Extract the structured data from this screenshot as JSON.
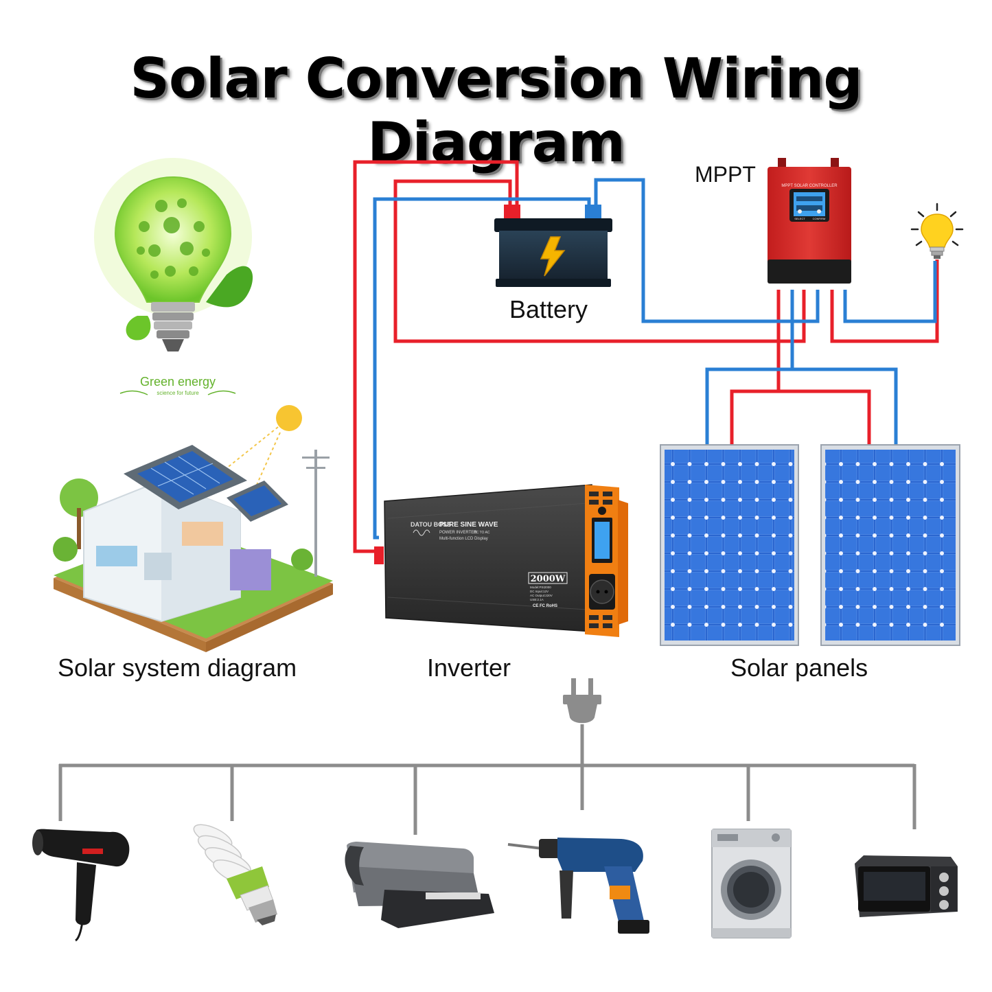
{
  "title": "Solar Conversion Wiring Diagram",
  "labels": {
    "mppt": "MPPT",
    "battery": "Battery",
    "system": "Solar system diagram",
    "inverter": "Inverter",
    "panels": "Solar panels"
  },
  "green_badge": {
    "title": "Green energy",
    "tagline": "science for future"
  },
  "inverter_device": {
    "brand": "DATOU BOSS",
    "line1": "PURE SINE WAVE",
    "line2": "POWER INVERTER",
    "line2b": "DC TO AC",
    "line3": "Multi-function LCD Display",
    "power": "2000W",
    "spec1": "Model:PSI2000",
    "spec2": "DC Input:12V",
    "spec3": "AC Output:220V",
    "spec4": "USB:2.1A",
    "certs": "CE FC RoHS"
  },
  "mppt_device": {
    "header": "MPPT SOLAR CONTROLLER",
    "btn1": "SELECT",
    "btn2": "CONFIRM"
  },
  "appliances": [
    "hair-dryer",
    "cfl-bulb",
    "printer",
    "power-drill",
    "washing-machine",
    "toaster-oven"
  ],
  "colors": {
    "positive_wire": "#e8202a",
    "negative_wire": "#2a7fd4",
    "ac_wire": "#8c8c8c",
    "controller_red": "#d42a2a",
    "panel_blue": "#2f6fd6",
    "inverter_orange": "#f07f12"
  }
}
